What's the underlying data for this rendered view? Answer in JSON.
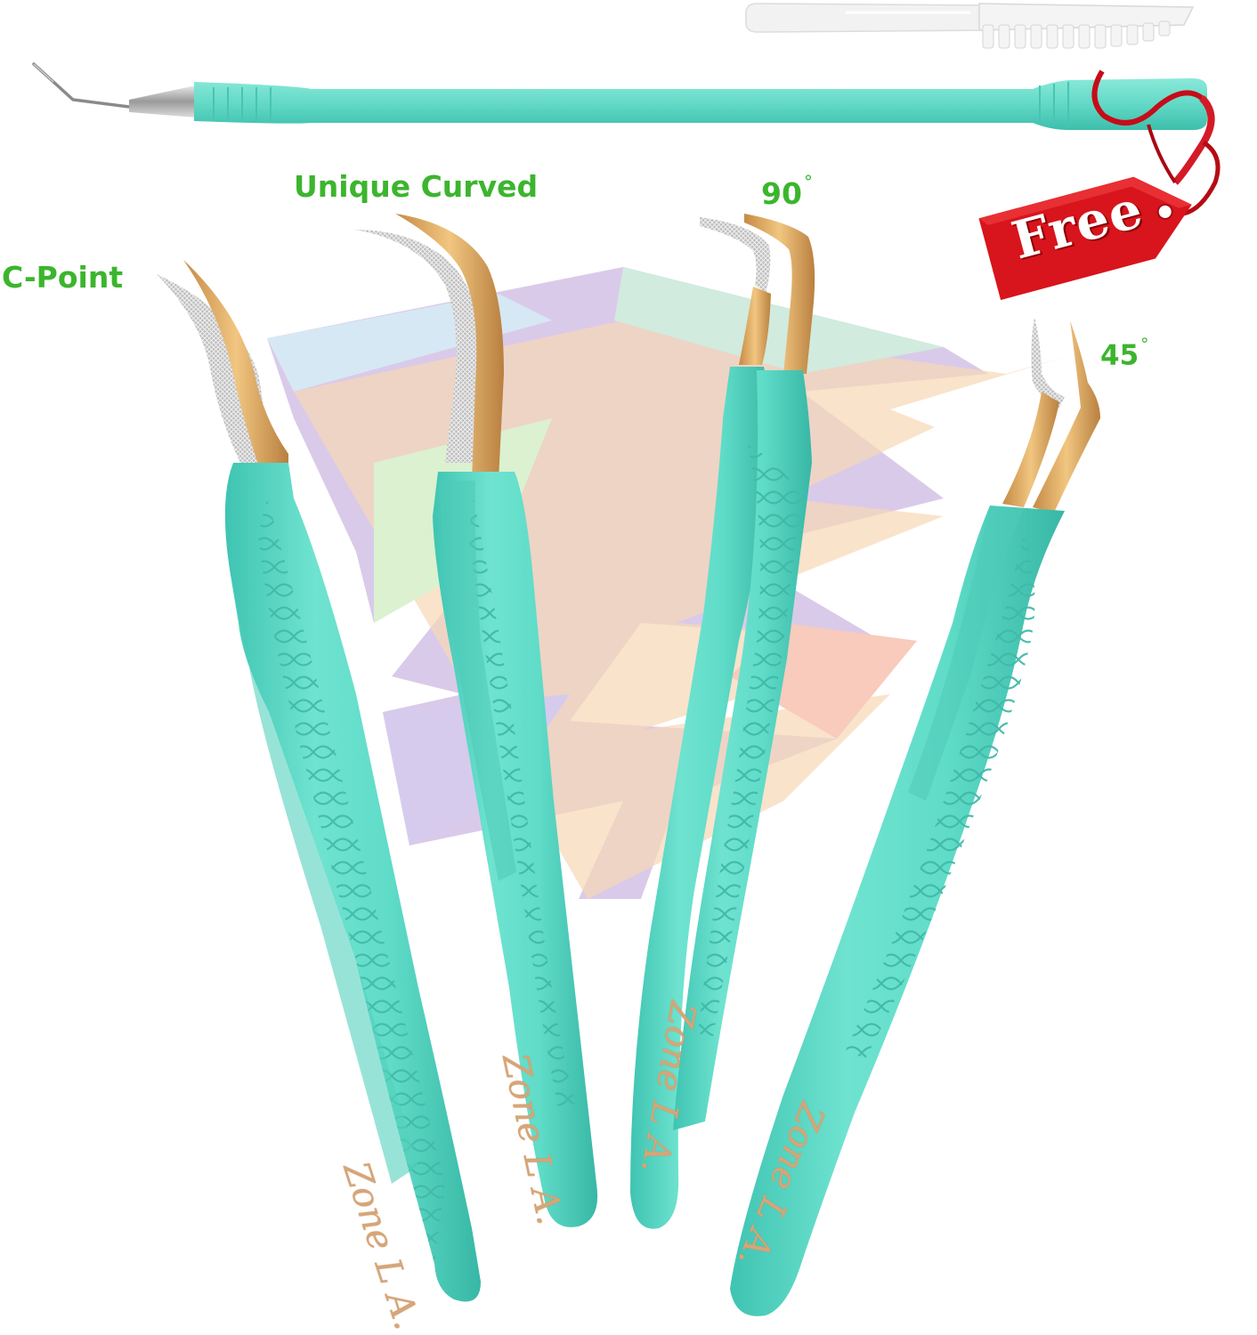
{
  "labels": {
    "c_point": "C-Point",
    "unique_curved": "Unique Curved",
    "deg_90": "90",
    "deg_45": "45",
    "degree_symbol": "°"
  },
  "free_tag": {
    "text": "Free"
  },
  "brand_engraving": "Zone L A.",
  "colors": {
    "label_green": "#3cb52e",
    "handle_teal": "#5fdcc8",
    "handle_shadow": "#3fbfae",
    "tip_gold": "#e7b262",
    "tag_red": "#d8141c",
    "ribbon_red": "#c60c18",
    "engraving_gold": "#d7a577"
  },
  "items": [
    {
      "name": "lash-separator-tool",
      "icon": "lash-separator-icon"
    },
    {
      "name": "lash-comb",
      "icon": "comb-icon"
    },
    {
      "name": "tweezer-c-point",
      "icon": "tweezer-icon"
    },
    {
      "name": "tweezer-unique-curved",
      "icon": "tweezer-icon"
    },
    {
      "name": "tweezer-90-degree",
      "icon": "tweezer-icon"
    },
    {
      "name": "tweezer-45-degree",
      "icon": "tweezer-icon"
    }
  ]
}
